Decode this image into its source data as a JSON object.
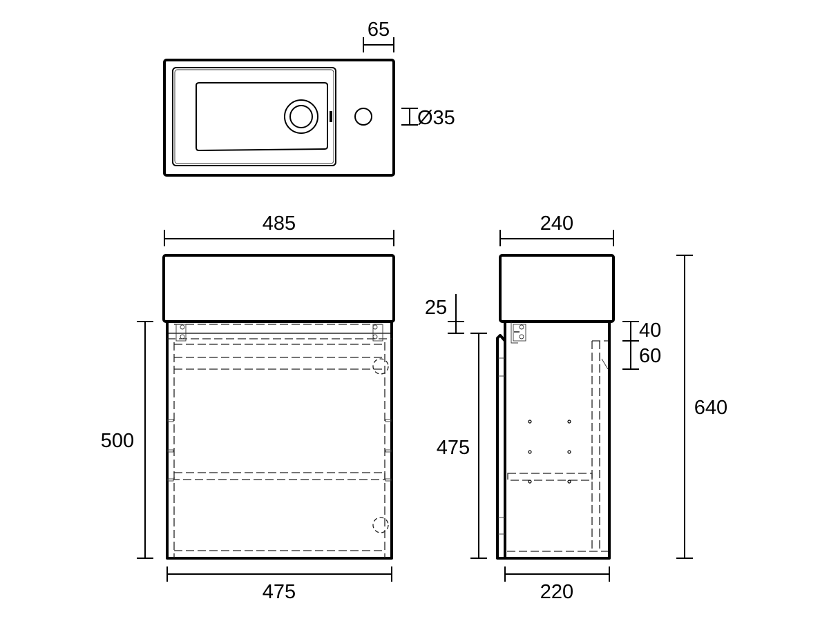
{
  "drawing": {
    "subject": "Wall-hung vanity unit with basin",
    "units": "mm",
    "colors": {
      "line": "#000000",
      "background": "#ffffff"
    }
  },
  "views": {
    "top": {
      "name": "Top view (basin plan)",
      "dimensions": {
        "tap_hole_offset": "65",
        "tap_hole_diameter": "Ø35"
      }
    },
    "front": {
      "name": "Front elevation",
      "dimensions": {
        "basin_width": "485",
        "cabinet_height": "500",
        "cabinet_width": "475"
      }
    },
    "side": {
      "name": "Side elevation",
      "dimensions": {
        "basin_depth": "240",
        "door_offset": "25",
        "door_height": "475",
        "hinge_upper": "40",
        "hinge_lower": "60",
        "total_height": "640",
        "cabinet_depth": "220"
      }
    }
  }
}
